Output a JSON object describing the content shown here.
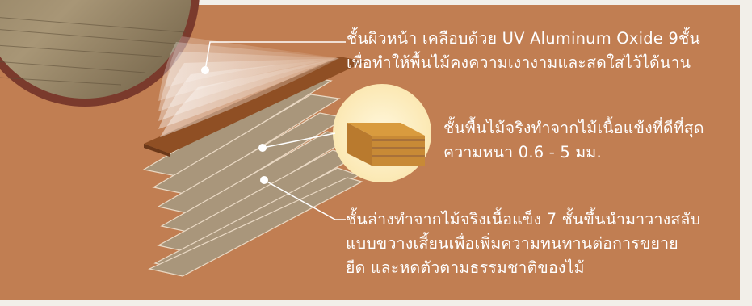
{
  "colors": {
    "page_background": "#f2efe9",
    "panel_background": "#c17e52",
    "text": "#ffffff",
    "layer_plank": "#a9967b",
    "top_veneer": "#8f4f24",
    "magnifier_circle": "#fdeec3"
  },
  "icons": {
    "veneer_thumbnail": "wood-plank-icon"
  },
  "labels": {
    "top": {
      "lines": [
        "ชั้นผิวหน้า เคลือบด้วย UV Aluminum Oxide 9ชั้น",
        "เพื่อทำให้พื้นไม้คงความเงางามและสดใสไว้ได้นาน"
      ]
    },
    "middle": {
      "lines": [
        "ชั้นพื้นไม้จริงทำจากไม้เนื้อแข้งที่ดีที่สุด",
        "ความหนา 0.6 -  5 มม."
      ]
    },
    "bottom": {
      "lines": [
        "ชั้นล่างทำจากไม้จริงเนื้อแข็ง 7 ชั้นขึ้นนำมาวางสลับ",
        "แบบขวางเสี้ยนเพื่อเพิ่มความทนทานต่อการขยาย",
        "ยืด และหดตัวตามธรรมชาติของไม้"
      ]
    }
  }
}
